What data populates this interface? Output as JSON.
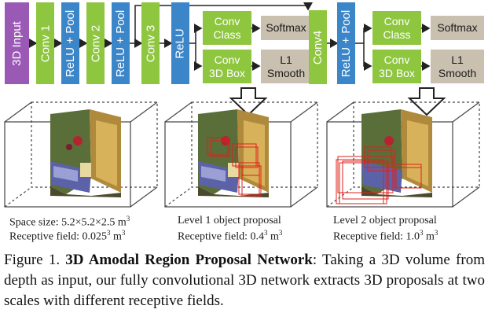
{
  "network": {
    "input_label": "3D Input",
    "conv1_label": "Conv 1",
    "relu_pool1_label": "ReLU + Pool",
    "conv2_label": "Conv 2",
    "relu_pool2_label": "ReLU + Pool",
    "conv3_label": "Conv 3",
    "relu_label": "ReLU",
    "conv4_label": "Conv4",
    "relu_pool3_label": "ReLU + Pool",
    "level1": {
      "conv_class": "Conv\nClass",
      "softmax": "Softmax",
      "conv_box": "Conv\n3D Box",
      "l1_smooth": "L1\nSmooth"
    },
    "level2": {
      "conv_class": "Conv\nClass",
      "softmax": "Softmax",
      "conv_box": "Conv\n3D Box",
      "l1_smooth": "L1\nSmooth"
    }
  },
  "colors": {
    "input": "#9b59b6",
    "conv": "#8ec63f",
    "relu": "#3b86c8",
    "loss": "#c9c0b0",
    "proposal": "#e0201b"
  },
  "panels": [
    {
      "line1": "Space size: 5.2×5.2×2.5 m",
      "line1_sup": "3",
      "line2": "Receptive field: 0.025",
      "line2_sup": "3",
      "line2_unit": " m",
      "line2_unit_sup": "3"
    },
    {
      "line1": "Level 1 object proposal",
      "line2": "Receptive field: 0.4",
      "line2_sup": "3",
      "line2_unit": " m",
      "line2_unit_sup": "3"
    },
    {
      "line1": "Level 2 object proposal",
      "line2": "Receptive field: 1.0",
      "line2_sup": "3",
      "line2_unit": " m",
      "line2_unit_sup": "3"
    }
  ],
  "caption": {
    "prefix": "Figure 1. ",
    "title": "3D Amodal Region Proposal Network",
    "body": ": Taking a 3D volume from depth as input, our fully convolutional 3D network extracts 3D proposals at two scales with different receptive fields."
  }
}
